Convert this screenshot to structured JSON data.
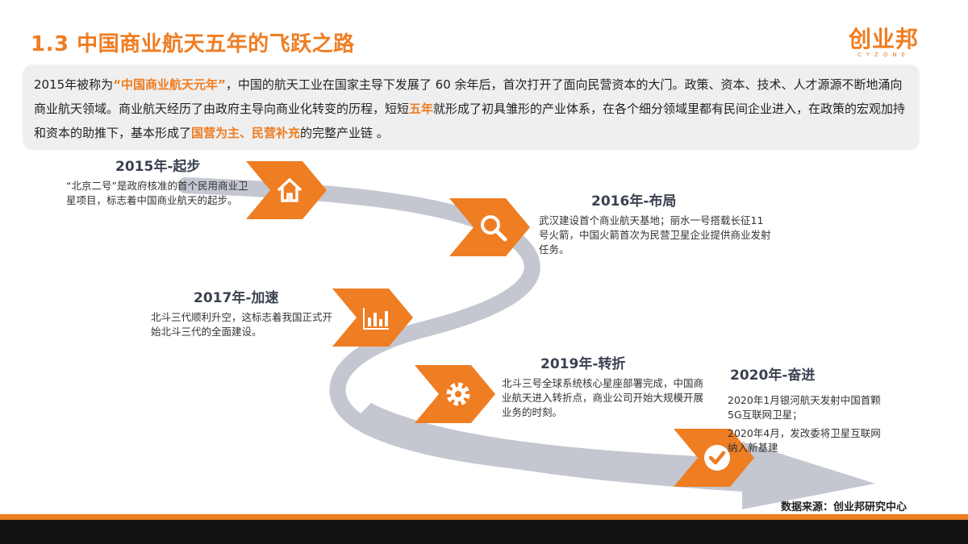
{
  "header": {
    "title": "1.3 中国商业航天五年的飞跃之路",
    "logo_cn": "创业邦",
    "logo_en": "CYZONE"
  },
  "intro": {
    "p1": "2015年被称为",
    "h1": "“中国商业航天元年”",
    "p2": "，中国的航天工业在国家主导下发展了 60 余年后，首次打开了面向民营资本的大门。政策、资本、技术、人才源源不断地涌向商业航天领域。商业航天经历了由政府主导向商业化转变的历程，短短",
    "h2": "五年",
    "p3": "就形成了初具雏形的产业体系，在各个细分领域里都有民间企业进入，在政策的宏观加持和资本的助推下，基本形成了",
    "h3": "国营为主、民营补充",
    "p4": "的完整产业链 。"
  },
  "milestones": [
    {
      "year": "2015年-起步",
      "icon": "house-icon",
      "text": "“北京二号”是政府核准的首个民用商业卫星项目，标志着中国商业航天的起步。"
    },
    {
      "year": "2016年-布局",
      "icon": "search-icon",
      "text": "武汉建设首个商业航天基地；丽水一号搭载长征11号火箭，中国火箭首次为民营卫星企业提供商业发射任务。"
    },
    {
      "year": "2017年-加速",
      "icon": "bar-chart-icon",
      "text": "北斗三代顺利升空，这标志着我国正式开始北斗三代的全面建设。"
    },
    {
      "year": "2019年-转折",
      "icon": "gear-icon",
      "text": "北斗三号全球系统核心星座部署完成，中国商业航天进入转折点，商业公司开始大规模开展业务的时刻。"
    },
    {
      "year": "2020年-奋进",
      "icon": "check-circle-icon",
      "text": "2020年1月银河航天发射中国首颗5G互联网卫星；",
      "text2": "2020年4月，发改委将卫星互联网纳入新基建"
    }
  ],
  "footer": {
    "source": "数据来源：创业邦研究中心"
  },
  "colors": {
    "accent": "#ef7d22",
    "road": "#c4c7d0"
  }
}
